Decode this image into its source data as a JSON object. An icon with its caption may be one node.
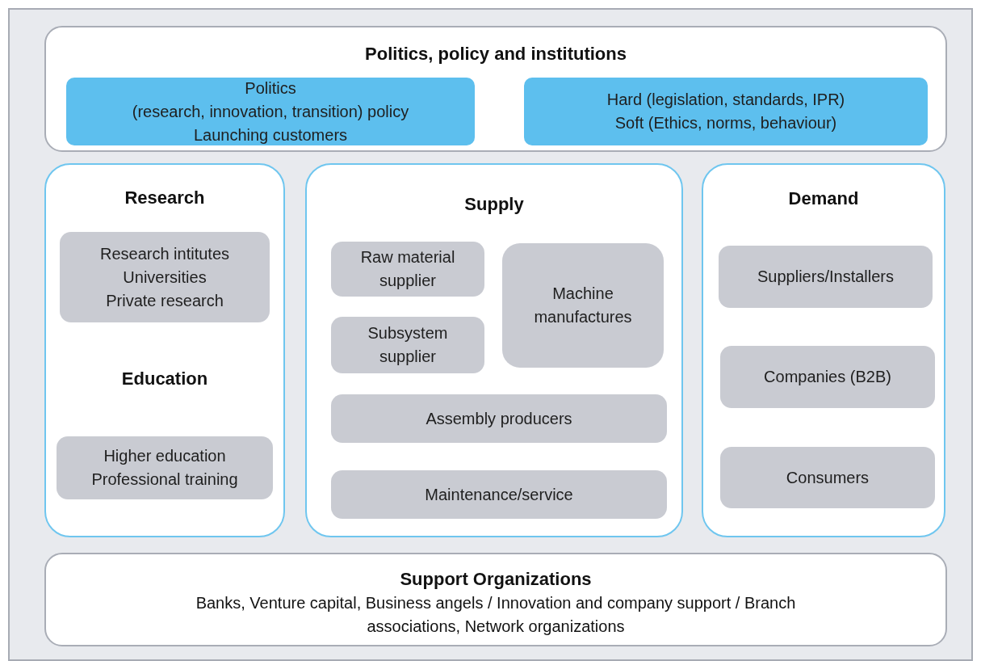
{
  "diagram": {
    "nodes": [
      {
        "text": [
          "Politics, policy and institutions"
        ]
      },
      {
        "text": [
          "Politics",
          "(research, innovation, transition) policy",
          "Launching customers"
        ],
        "in": 0
      },
      {
        "text": [
          "Hard (legislation, standards, IPR)",
          "Soft (Ethics, norms, behaviour)"
        ],
        "in": 0
      },
      {
        "text": [
          "Research",
          "Education"
        ]
      },
      {
        "text": [
          "Research intitutes",
          "Universities",
          "Private research"
        ],
        "in": 3
      },
      {
        "text": [
          "Higher education",
          "Professional training"
        ],
        "in": 3
      },
      {
        "text": [
          "Supply"
        ]
      },
      {
        "text": [
          "Raw material supplier"
        ],
        "in": 6
      },
      {
        "text": [
          "Machine manufactures"
        ],
        "in": 6
      },
      {
        "text": [
          "Subsystem supplier"
        ],
        "in": 6
      },
      {
        "text": [
          "Assembly producers"
        ],
        "in": 6
      },
      {
        "text": [
          "Maintenance/service"
        ],
        "in": 6
      },
      {
        "text": [
          "Demand"
        ]
      },
      {
        "text": [
          "Suppliers/Installers"
        ],
        "in": 12
      },
      {
        "text": [
          "Companies (B2B)"
        ],
        "in": 12
      },
      {
        "text": [
          "Consumers"
        ],
        "in": 12
      },
      {
        "text": [
          "Support Organizations",
          "Banks, Venture capital, Business angels / Innovation and company support / Branch associations, Network organizations"
        ]
      }
    ]
  }
}
